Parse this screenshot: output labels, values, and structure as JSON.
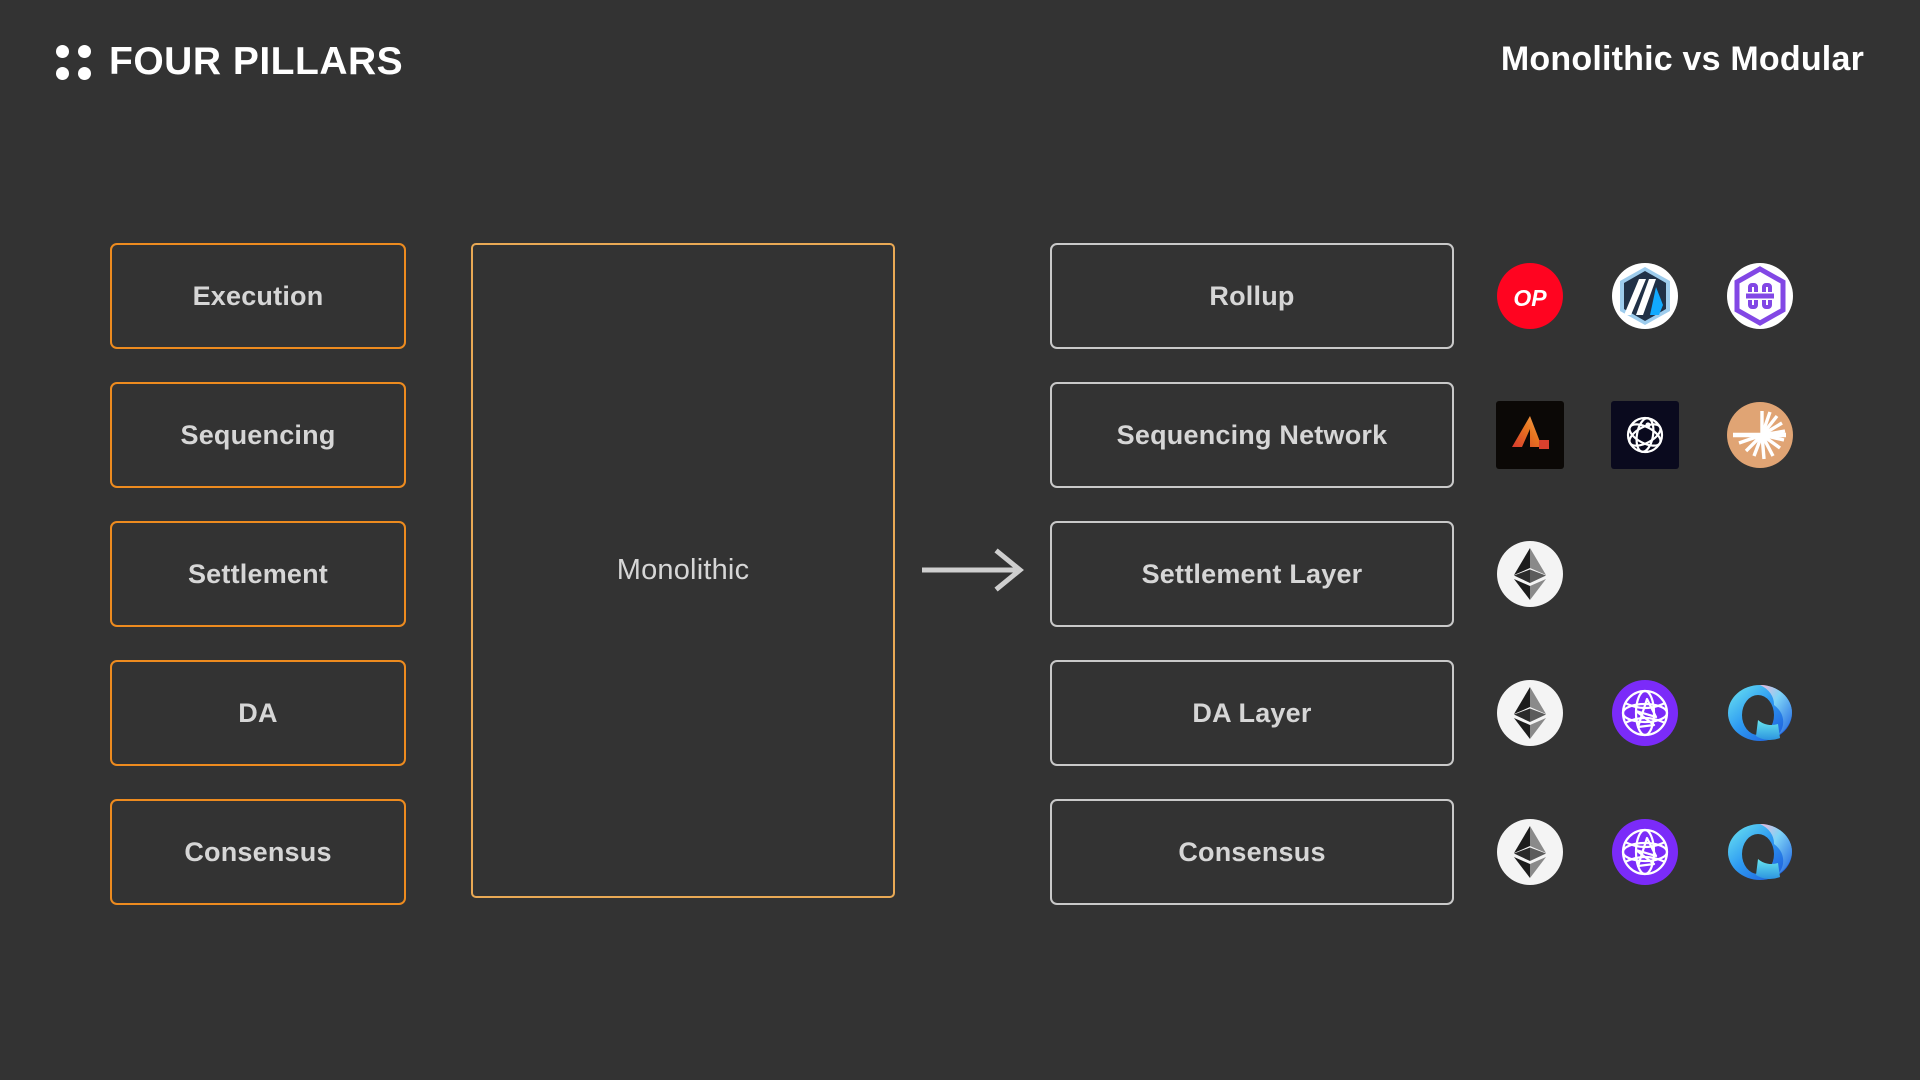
{
  "page": {
    "background_color": "#333333",
    "title_color": "#ffffff",
    "box_text_color": "#d6d6d6",
    "pillar_border_color": "#ED8B1F",
    "monolith_border_color": "#E9A955",
    "layer_border_color": "#c9c9c9"
  },
  "header": {
    "brand_name": "FOUR PILLARS",
    "brand_mark_icon": "four-dots-icon",
    "deck_title": "Monolithic vs Modular"
  },
  "diagram": {
    "arrow_icon": "arrow-right-icon",
    "monolithic": {
      "label": "Monolithic"
    },
    "pillars": [
      {
        "label": "Execution"
      },
      {
        "label": "Sequencing"
      },
      {
        "label": "Settlement"
      },
      {
        "label": "DA"
      },
      {
        "label": "Consensus"
      }
    ],
    "modular_layers": [
      {
        "label": "Rollup",
        "logos": [
          {
            "name": "optimism-logo",
            "text": "OP",
            "color": "#FF0420"
          },
          {
            "name": "arbitrum-logo",
            "text": "",
            "color": "#213147"
          },
          {
            "name": "kroma-logo",
            "text": "",
            "color": "#8247E5"
          }
        ]
      },
      {
        "label": "Sequencing Network",
        "logos": [
          {
            "name": "astria-logo",
            "text": "",
            "color": "#0B0806"
          },
          {
            "name": "espresso-logo",
            "text": "",
            "color": "#0B0B1E"
          },
          {
            "name": "radius-logo",
            "text": "",
            "color": "#E0A474"
          }
        ]
      },
      {
        "label": "Settlement Layer",
        "logos": [
          {
            "name": "ethereum-logo",
            "text": "",
            "color": "#F5F5F5"
          }
        ]
      },
      {
        "label": "DA Layer",
        "logos": [
          {
            "name": "ethereum-logo",
            "text": "",
            "color": "#F5F5F5"
          },
          {
            "name": "celestia-logo",
            "text": "",
            "color": "#7B2BF9"
          },
          {
            "name": "eigenda-logo",
            "text": "",
            "color": "#2BA3F0"
          }
        ]
      },
      {
        "label": "Consensus",
        "logos": [
          {
            "name": "ethereum-logo",
            "text": "",
            "color": "#F5F5F5"
          },
          {
            "name": "celestia-logo",
            "text": "",
            "color": "#7B2BF9"
          },
          {
            "name": "eigenda-logo",
            "text": "",
            "color": "#2BA3F0"
          }
        ]
      }
    ]
  }
}
